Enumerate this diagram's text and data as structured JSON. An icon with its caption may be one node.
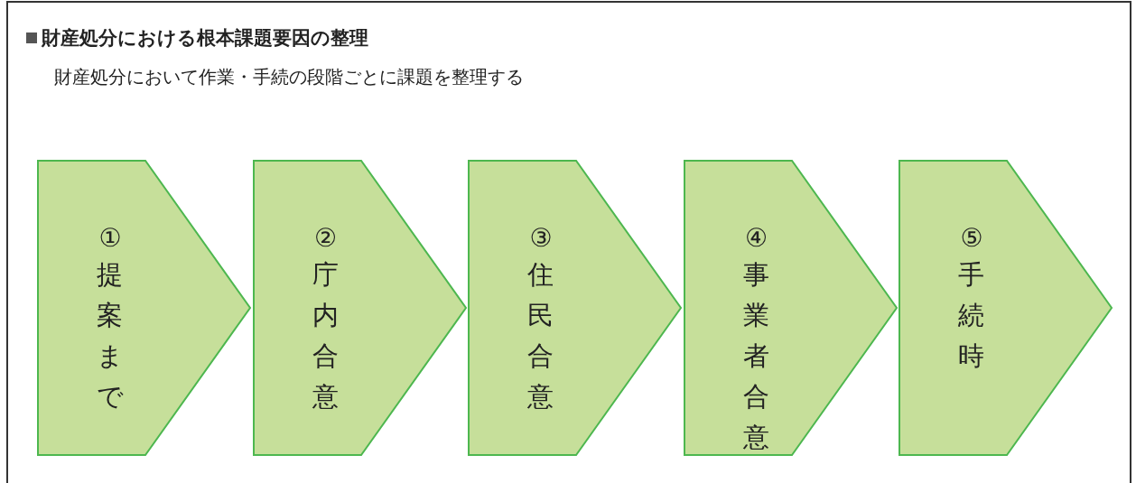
{
  "diagram": {
    "title": "財産処分における根本課題要因の整理",
    "nodes": [
      {
        "text": [
          "①",
          "提案まで"
        ]
      },
      {
        "text": [
          "②",
          "庁内合意"
        ]
      },
      {
        "text": [
          "③",
          "住民合意"
        ]
      },
      {
        "text": [
          "④",
          "事業者合意"
        ]
      },
      {
        "text": [
          "⑤",
          "手続時"
        ]
      }
    ],
    "labels": [
      "財産処分において作業・手続の段階ごとに課題を整理する"
    ]
  }
}
